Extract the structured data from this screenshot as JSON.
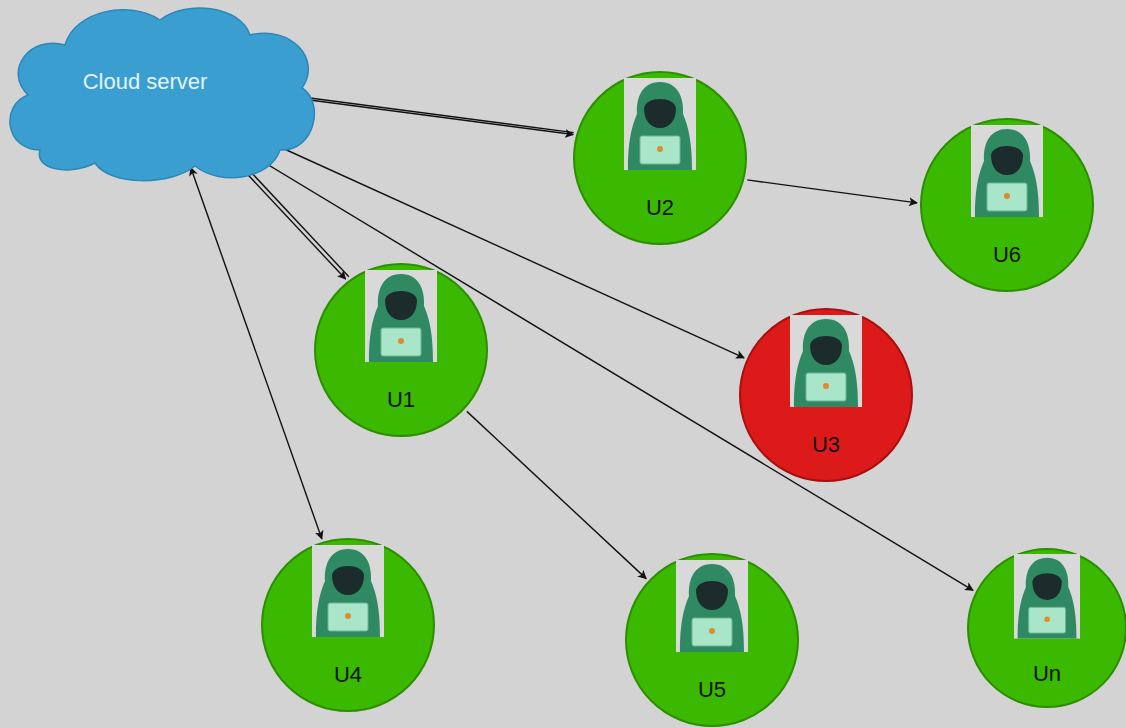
{
  "diagram": {
    "nodes": [
      {
        "text": [
          "Cloud server"
        ]
      },
      {
        "text": [
          "U2"
        ]
      },
      {
        "text": [
          "U6"
        ]
      },
      {
        "text": [
          "U1"
        ]
      },
      {
        "text": [
          "U3"
        ]
      },
      {
        "text": [
          "U4"
        ]
      },
      {
        "text": [
          "U5"
        ]
      },
      {
        "text": [
          "Un"
        ]
      }
    ],
    "edges": [
      {
        "from": 0,
        "to": 1,
        "arrow": "both"
      },
      {
        "from": 1,
        "to": 0,
        "arrow": "to"
      },
      {
        "from": 1,
        "to": 2,
        "arrow": "to"
      },
      {
        "from": 0,
        "to": 3,
        "arrow": "both"
      },
      {
        "from": 3,
        "to": 0,
        "arrow": "to"
      },
      {
        "from": 0,
        "to": 4,
        "arrow": "both"
      },
      {
        "from": 0,
        "to": 7,
        "arrow": "both"
      },
      {
        "from": 0,
        "to": 5,
        "arrow": "both"
      },
      {
        "from": 3,
        "to": 6,
        "arrow": "to"
      }
    ]
  }
}
